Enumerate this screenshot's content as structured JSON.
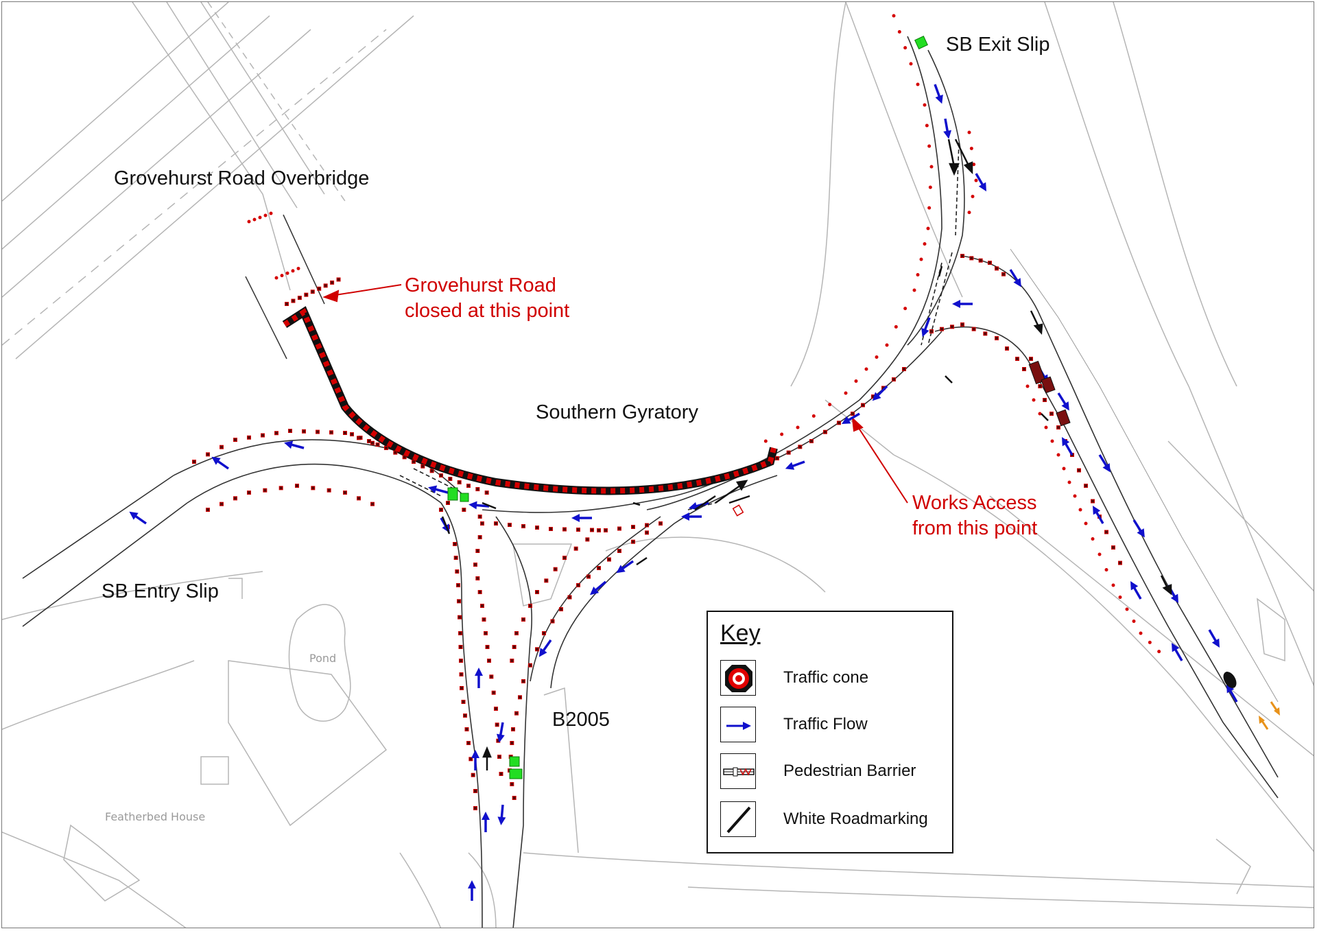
{
  "map": {
    "labels": {
      "overbridge": "Grovehurst Road Overbridge",
      "closed_line1": "Grovehurst Road",
      "closed_line2": "closed at this point",
      "gyratory": "Southern Gyratory",
      "exit_slip": "SB Exit Slip",
      "entry_slip": "SB Entry Slip",
      "works_line1": "Works Access",
      "works_line2": "from this point",
      "b2005": "B2005",
      "pond": "Pond",
      "house": "Featherbed House"
    },
    "colors": {
      "road_edge": "#333333",
      "background_line": "#b0b0b0",
      "flow_arrow": "#1010cc",
      "cone_red": "#d40000",
      "cone_dark": "#5a0000",
      "annotation_red": "#d00000",
      "green_marker": "#22dd22",
      "barrier": "#222222"
    }
  },
  "key": {
    "title": "Key",
    "items": [
      {
        "label": "Traffic cone",
        "icon": "traffic-cone-icon"
      },
      {
        "label": "Traffic Flow",
        "icon": "traffic-flow-arrow-icon"
      },
      {
        "label": "Pedestrian Barrier",
        "icon": "pedestrian-barrier-icon"
      },
      {
        "label": "White Roadmarking",
        "icon": "white-roadmarking-icon"
      }
    ]
  }
}
